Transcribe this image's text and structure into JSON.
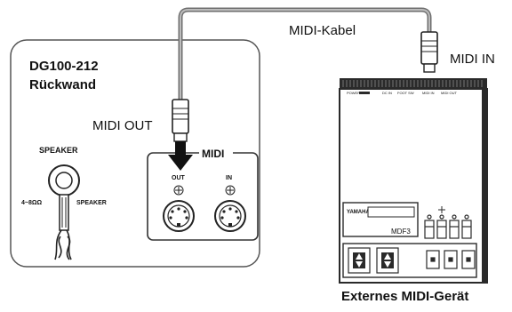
{
  "amp": {
    "title_line1": "DG100-212",
    "title_line2": "Rückwand",
    "speaker_heading": "SPEAKER",
    "speaker_impedance": "4~8ΩΩ",
    "speaker_jack_label": "SPEAKER",
    "midi_panel_label": "MIDI",
    "midi_out_jack_label": "OUT",
    "midi_in_jack_label": "IN"
  },
  "cable": {
    "label": "MIDI-Kabel",
    "midi_out_plug_label": "MIDI OUT",
    "midi_in_plug_label": "MIDI IN"
  },
  "external_device": {
    "caption": "Externes MIDI-Gerät",
    "brand": "YAMAHA",
    "model": "MDF3",
    "panel_labels": [
      "POWER",
      "DC IN",
      "FOOT SW",
      "MIDI IN",
      "MIDI OUT"
    ]
  },
  "colors": {
    "line": "#222222",
    "cable": "#7a7a7a",
    "panel_border": "#555555",
    "device_dark": "#2a2a2a",
    "arrow": "#111111"
  }
}
